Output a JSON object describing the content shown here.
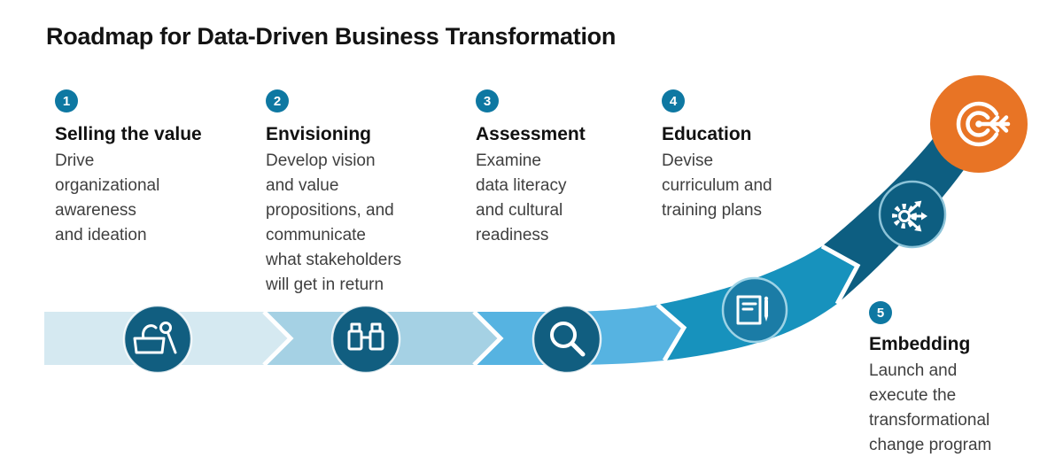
{
  "title": "Roadmap for Data-Driven Business Transformation",
  "steps": [
    {
      "number": "1",
      "heading": "Selling the value",
      "body": "Drive\norganizational\nawareness\nand ideation",
      "icon": "presenter-lectern-icon"
    },
    {
      "number": "2",
      "heading": "Envisioning",
      "body": "Develop vision\nand value\npropositions, and\ncommunicate\nwhat stakeholders\nwill get in return",
      "icon": "binoculars-icon"
    },
    {
      "number": "3",
      "heading": "Assessment",
      "body": "Examine\ndata literacy\nand cultural\nreadiness",
      "icon": "magnifying-glass-icon"
    },
    {
      "number": "4",
      "heading": "Education",
      "body": "Devise\ncurriculum and\ntraining plans",
      "icon": "notebook-pencil-icon"
    },
    {
      "number": "5",
      "heading": "Embedding",
      "body": "Launch and\nexecute the\ntransformational\nchange program",
      "icon": "gear-arrows-icon"
    }
  ],
  "goal_icon": "target-arrow-icon",
  "colors": {
    "segment_1": "#d5e9f1",
    "segment_2": "#a5d1e4",
    "segment_3": "#56b3e1",
    "segment_4": "#1792bd",
    "segment_5": "#0d5e81",
    "icon_circle_dark": "#115e80",
    "icon_circle_mid": "#1b7ca6",
    "badge": "#0e78a2",
    "goal_orange": "#e87425",
    "heading_text": "#111111",
    "body_text": "#3f3f3f"
  }
}
